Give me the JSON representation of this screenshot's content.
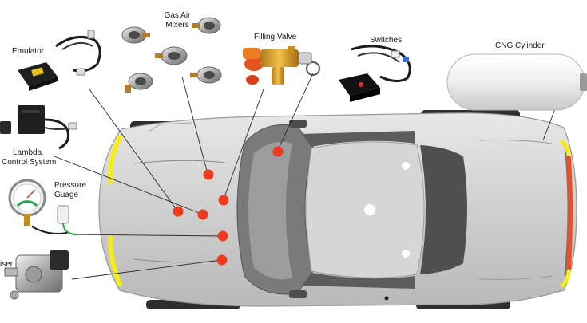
{
  "labels": {
    "emulator": "Emulator",
    "gas_air_mixers_1": "Gas Air",
    "gas_air_mixers_2": "Mixers",
    "filling_valve": "Filling Valve",
    "switches": "Switches",
    "cng_cylinder": "CNG Cylinder",
    "lambda_1": "Lambda",
    "lambda_2": "Control System",
    "pressure_1": "Pressure",
    "pressure_2": "Guage",
    "reducer": "iser"
  },
  "colors": {
    "marker": "#ee3a1f",
    "indicator": "#f5ec1a",
    "tail_light": "#e8502a",
    "car_body": "#c9c9c9",
    "car_dark": "#6f6f6f",
    "leader_line": "#2b2b2b"
  },
  "icons": {
    "emulator": "ecu-box-with-wiring",
    "gas_air_mixers": "metal-ring-fittings",
    "filling_valve": "brass-valve-with-red-cap",
    "switches": "switch-box-with-cables",
    "cng_cylinder": "white-gas-tank",
    "lambda": "ecu-with-harness",
    "pressure_gauge": "round-gauge-with-sensor",
    "reducer": "pressure-regulator"
  }
}
